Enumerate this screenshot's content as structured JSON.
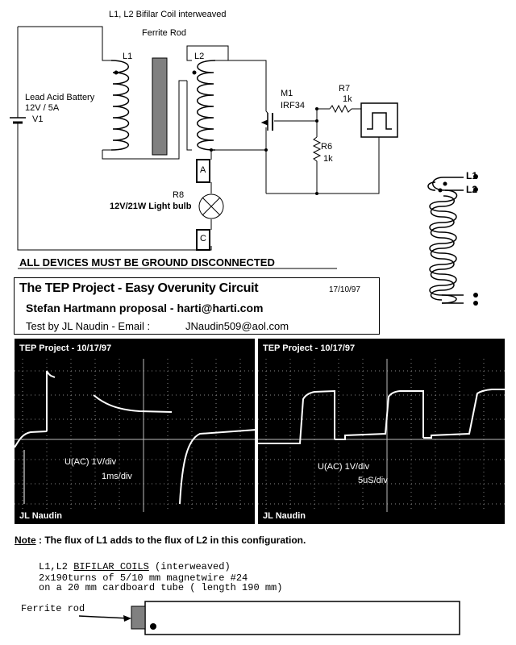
{
  "circuit": {
    "coil_title": "L1, L2 Bifilar Coil interweaved",
    "ferrite_label": "Ferrite Rod",
    "l1_label": "L1",
    "l2_label": "L2",
    "battery_name": "Lead Acid Battery",
    "battery_rating": "12V / 5A",
    "battery_ref": "V1",
    "mosfet_ref": "M1",
    "mosfet_part": "IRF34",
    "r7_ref": "R7",
    "r7_value": "1k",
    "r6_ref": "R6",
    "r6_value": "1k",
    "probe_a": "A",
    "probe_c": "C",
    "r8_ref": "R8",
    "bulb_label": "12V/21W Light bulb",
    "warning": "ALL DEVICES MUST BE GROUND DISCONNECTED"
  },
  "side_coil": {
    "l1": "L1",
    "l2": "L2"
  },
  "title_box": {
    "title": "The TEP Project - Easy Overunity Circuit",
    "date": "17/10/97",
    "proposal": "Stefan Hartmann proposal - harti@harti.com",
    "test_by": "Test by JL Naudin - Email :",
    "email": "JNaudin509@aol.com"
  },
  "scope_left": {
    "header": "TEP Project - 10/17/97",
    "volt_label": "U(AC)  1V/div",
    "time_label": "1ms/div",
    "credit": "JL Naudin"
  },
  "scope_right": {
    "header": "TEP Project - 10/17/97",
    "volt_label": "U(AC)   1V/div",
    "time_label": "5uS/div",
    "credit": "JL Naudin"
  },
  "note": {
    "prefix": "Note",
    "text": " : The flux of L1 adds to the flux of L2 in this configuration."
  },
  "coil_spec": {
    "line1_pre": "L1,L2 ",
    "line1_u": "BIFILAR COILS",
    "line1_post": " (interweaved)",
    "line2": "2x190turns of 5/10 mm magnetwire #24",
    "line3": "on a 20 mm cardboard tube ( length 190 mm)"
  },
  "rod": {
    "label": "Ferrite rod"
  },
  "colors": {
    "background": "#ffffff",
    "ink": "#000000",
    "ferrite": "#808080",
    "scope_screen": "#000000",
    "scope_trace": "#ffffff",
    "scope_grid": "#bbbbbb"
  }
}
